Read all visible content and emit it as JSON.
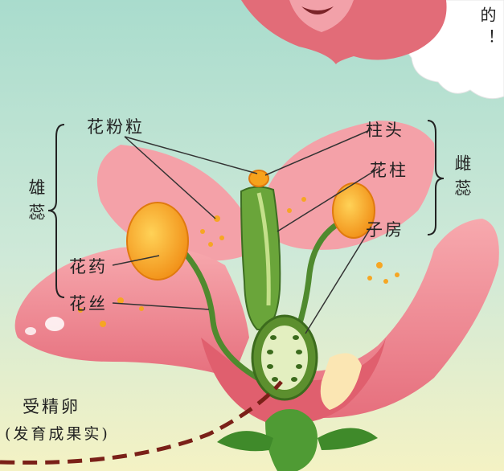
{
  "labels": {
    "pollen": "花粉粒",
    "stigma": "柱头",
    "style": "花柱",
    "ovary": "子房",
    "anther": "花药",
    "filament": "花丝",
    "stamen": "雄蕊",
    "pistil": "雌蕊",
    "fertilized_egg": "受精卵",
    "fertilized_note": "(发育成果实)"
  },
  "bubble_text": "的！",
  "colors": {
    "petal": "#ef8f98",
    "petal_dark": "#d8606e",
    "stem_green": "#4f8a2e",
    "anther": "#f7a21c",
    "pollen": "#f6a623",
    "dashed_line": "#7a2018"
  }
}
